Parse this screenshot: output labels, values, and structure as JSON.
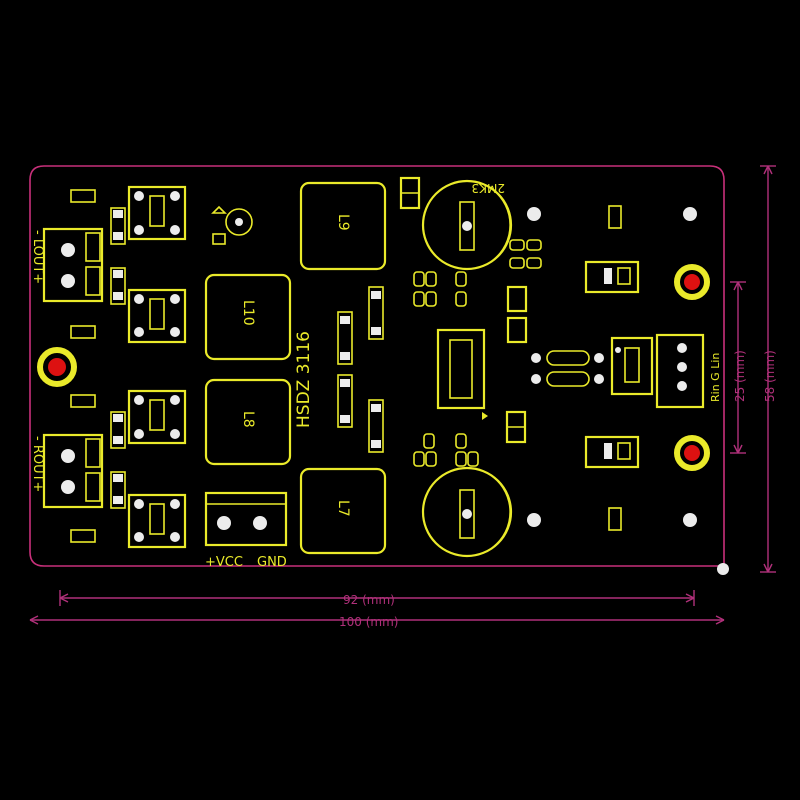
{
  "board": {
    "outline_color": "#c8307a",
    "silk_color": "#eaea2a",
    "pad_color": "#ececec",
    "background": "#000000"
  },
  "labels": {
    "lout": "- LOUT+",
    "rout": "- ROUT+",
    "l10": "L10",
    "l9": "L9",
    "l8": "L8",
    "l7": "L7",
    "model": "HSDZ 3116",
    "vcc": "+VCC",
    "gnd": "GND",
    "input": "Rin G Lin",
    "cap_mark": "2MK3"
  },
  "dimensions": {
    "width_inner": "92 (mm)",
    "width_outer": "100 (mm)",
    "height_inner": "25 (mm)",
    "height_outer": "58 (mm)"
  }
}
